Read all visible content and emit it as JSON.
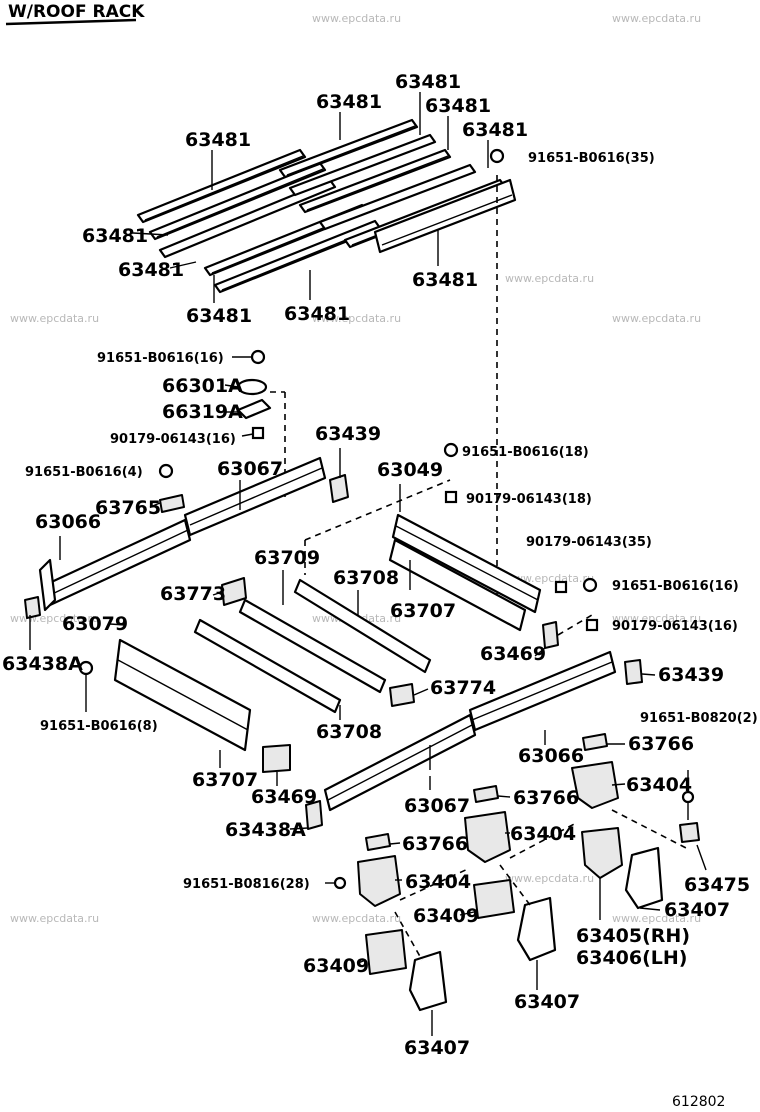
{
  "header": {
    "title": "W/ROOF RACK",
    "figure_number": "612802"
  },
  "watermark": "www.epcdata.ru",
  "labels": [
    {
      "id": "l1",
      "text": "63481"
    },
    {
      "id": "l2",
      "text": "63481"
    },
    {
      "id": "l3",
      "text": "63481"
    },
    {
      "id": "l4",
      "text": "63481"
    },
    {
      "id": "l5",
      "text": "63481"
    },
    {
      "id": "l6",
      "text": "91651-B0616(35)"
    },
    {
      "id": "l7",
      "text": "63481"
    },
    {
      "id": "l8",
      "text": "63481"
    },
    {
      "id": "l9",
      "text": "63481"
    },
    {
      "id": "l10",
      "text": "63481"
    },
    {
      "id": "l11",
      "text": "63481"
    },
    {
      "id": "l12",
      "text": "91651-B0616(16)"
    },
    {
      "id": "l13",
      "text": "66301A"
    },
    {
      "id": "l14",
      "text": "66319A"
    },
    {
      "id": "l15",
      "text": "90179-06143(16)"
    },
    {
      "id": "l16",
      "text": "63439"
    },
    {
      "id": "l17",
      "text": "91651-B0616(18)"
    },
    {
      "id": "l18",
      "text": "91651-B0616(4)"
    },
    {
      "id": "l19",
      "text": "63067"
    },
    {
      "id": "l20",
      "text": "63049"
    },
    {
      "id": "l21",
      "text": "90179-06143(18)"
    },
    {
      "id": "l22",
      "text": "63765"
    },
    {
      "id": "l23",
      "text": "63066"
    },
    {
      "id": "l24",
      "text": "90179-06143(35)"
    },
    {
      "id": "l25",
      "text": "63709"
    },
    {
      "id": "l26",
      "text": "63708"
    },
    {
      "id": "l27",
      "text": "91651-B0616(16)"
    },
    {
      "id": "l28",
      "text": "63773"
    },
    {
      "id": "l29",
      "text": "63707"
    },
    {
      "id": "l30",
      "text": "90179-06143(16)"
    },
    {
      "id": "l31",
      "text": "63079"
    },
    {
      "id": "l32",
      "text": "63469"
    },
    {
      "id": "l33",
      "text": "63438A"
    },
    {
      "id": "l34",
      "text": "63439"
    },
    {
      "id": "l35",
      "text": "63774"
    },
    {
      "id": "l36",
      "text": "91651-B0820(2)"
    },
    {
      "id": "l37",
      "text": "91651-B0616(8)"
    },
    {
      "id": "l38",
      "text": "63708"
    },
    {
      "id": "l39",
      "text": "63066"
    },
    {
      "id": "l40",
      "text": "63766"
    },
    {
      "id": "l41",
      "text": "63707"
    },
    {
      "id": "l42",
      "text": "63469"
    },
    {
      "id": "l43",
      "text": "63067"
    },
    {
      "id": "l44",
      "text": "63766"
    },
    {
      "id": "l45",
      "text": "63404"
    },
    {
      "id": "l46",
      "text": "63438A"
    },
    {
      "id": "l47",
      "text": "63766"
    },
    {
      "id": "l48",
      "text": "63404"
    },
    {
      "id": "l49",
      "text": "63475"
    },
    {
      "id": "l50",
      "text": "91651-B0816(28)"
    },
    {
      "id": "l51",
      "text": "63404"
    },
    {
      "id": "l52",
      "text": "63407"
    },
    {
      "id": "l53",
      "text": "63409"
    },
    {
      "id": "l54",
      "text": "63405(RH)"
    },
    {
      "id": "l55",
      "text": "63406(LH)"
    },
    {
      "id": "l56",
      "text": "63409"
    },
    {
      "id": "l57",
      "text": "63407"
    },
    {
      "id": "l58",
      "text": "63407"
    }
  ]
}
